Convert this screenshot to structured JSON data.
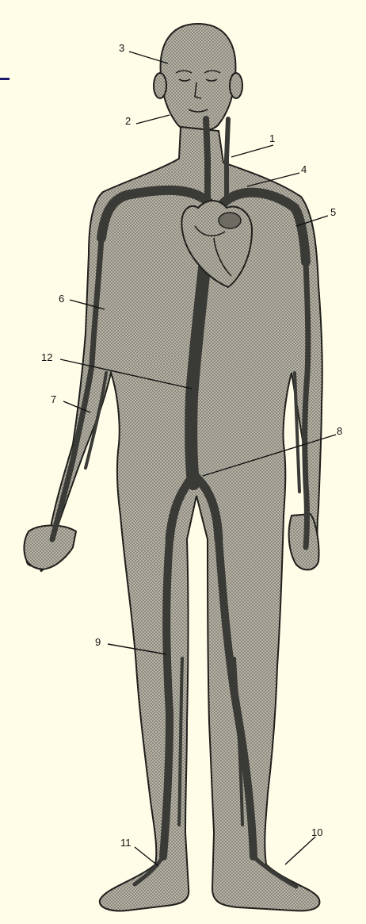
{
  "labels": {
    "l1": "1",
    "l2": "2",
    "l3": "3",
    "l4": "4",
    "l5": "5",
    "l6": "6",
    "l7": "7",
    "l8": "8",
    "l9": "9",
    "l10": "10",
    "l11": "11",
    "l12": "12"
  },
  "colors": {
    "background": "#fffde8",
    "body_fill": "#a9a69a",
    "vessel": "#3a3a36",
    "outline": "#1f1f1c",
    "heart": "#6e6b63"
  }
}
